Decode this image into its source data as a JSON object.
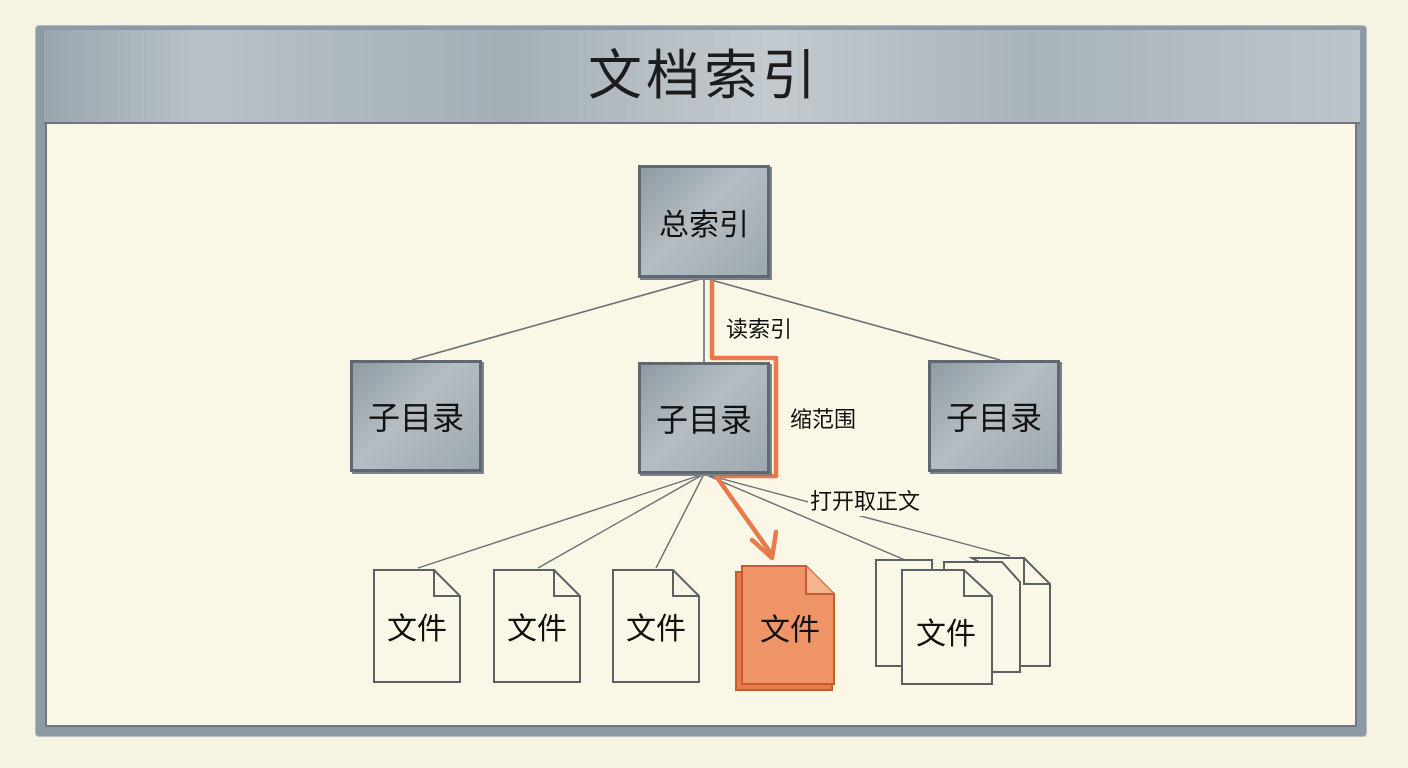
{
  "title": "文档索引",
  "root": {
    "label": "总索引"
  },
  "subdirs": [
    {
      "label": "子目录"
    },
    {
      "label": "子目录"
    },
    {
      "label": "子目录"
    }
  ],
  "files": [
    {
      "label": "文件"
    },
    {
      "label": "文件"
    },
    {
      "label": "文件"
    },
    {
      "label": "文件",
      "highlighted": true
    },
    {
      "label": "文件",
      "stacked": true
    }
  ],
  "path_labels": {
    "read_index": "读索引",
    "narrow_scope": "缩范围",
    "open_content": "打开取正文"
  },
  "colors": {
    "node_fill": "#a4afb6",
    "highlight_path": "#e8794a",
    "highlight_file": "#ec8a5c",
    "background": "#fbf7e6"
  }
}
